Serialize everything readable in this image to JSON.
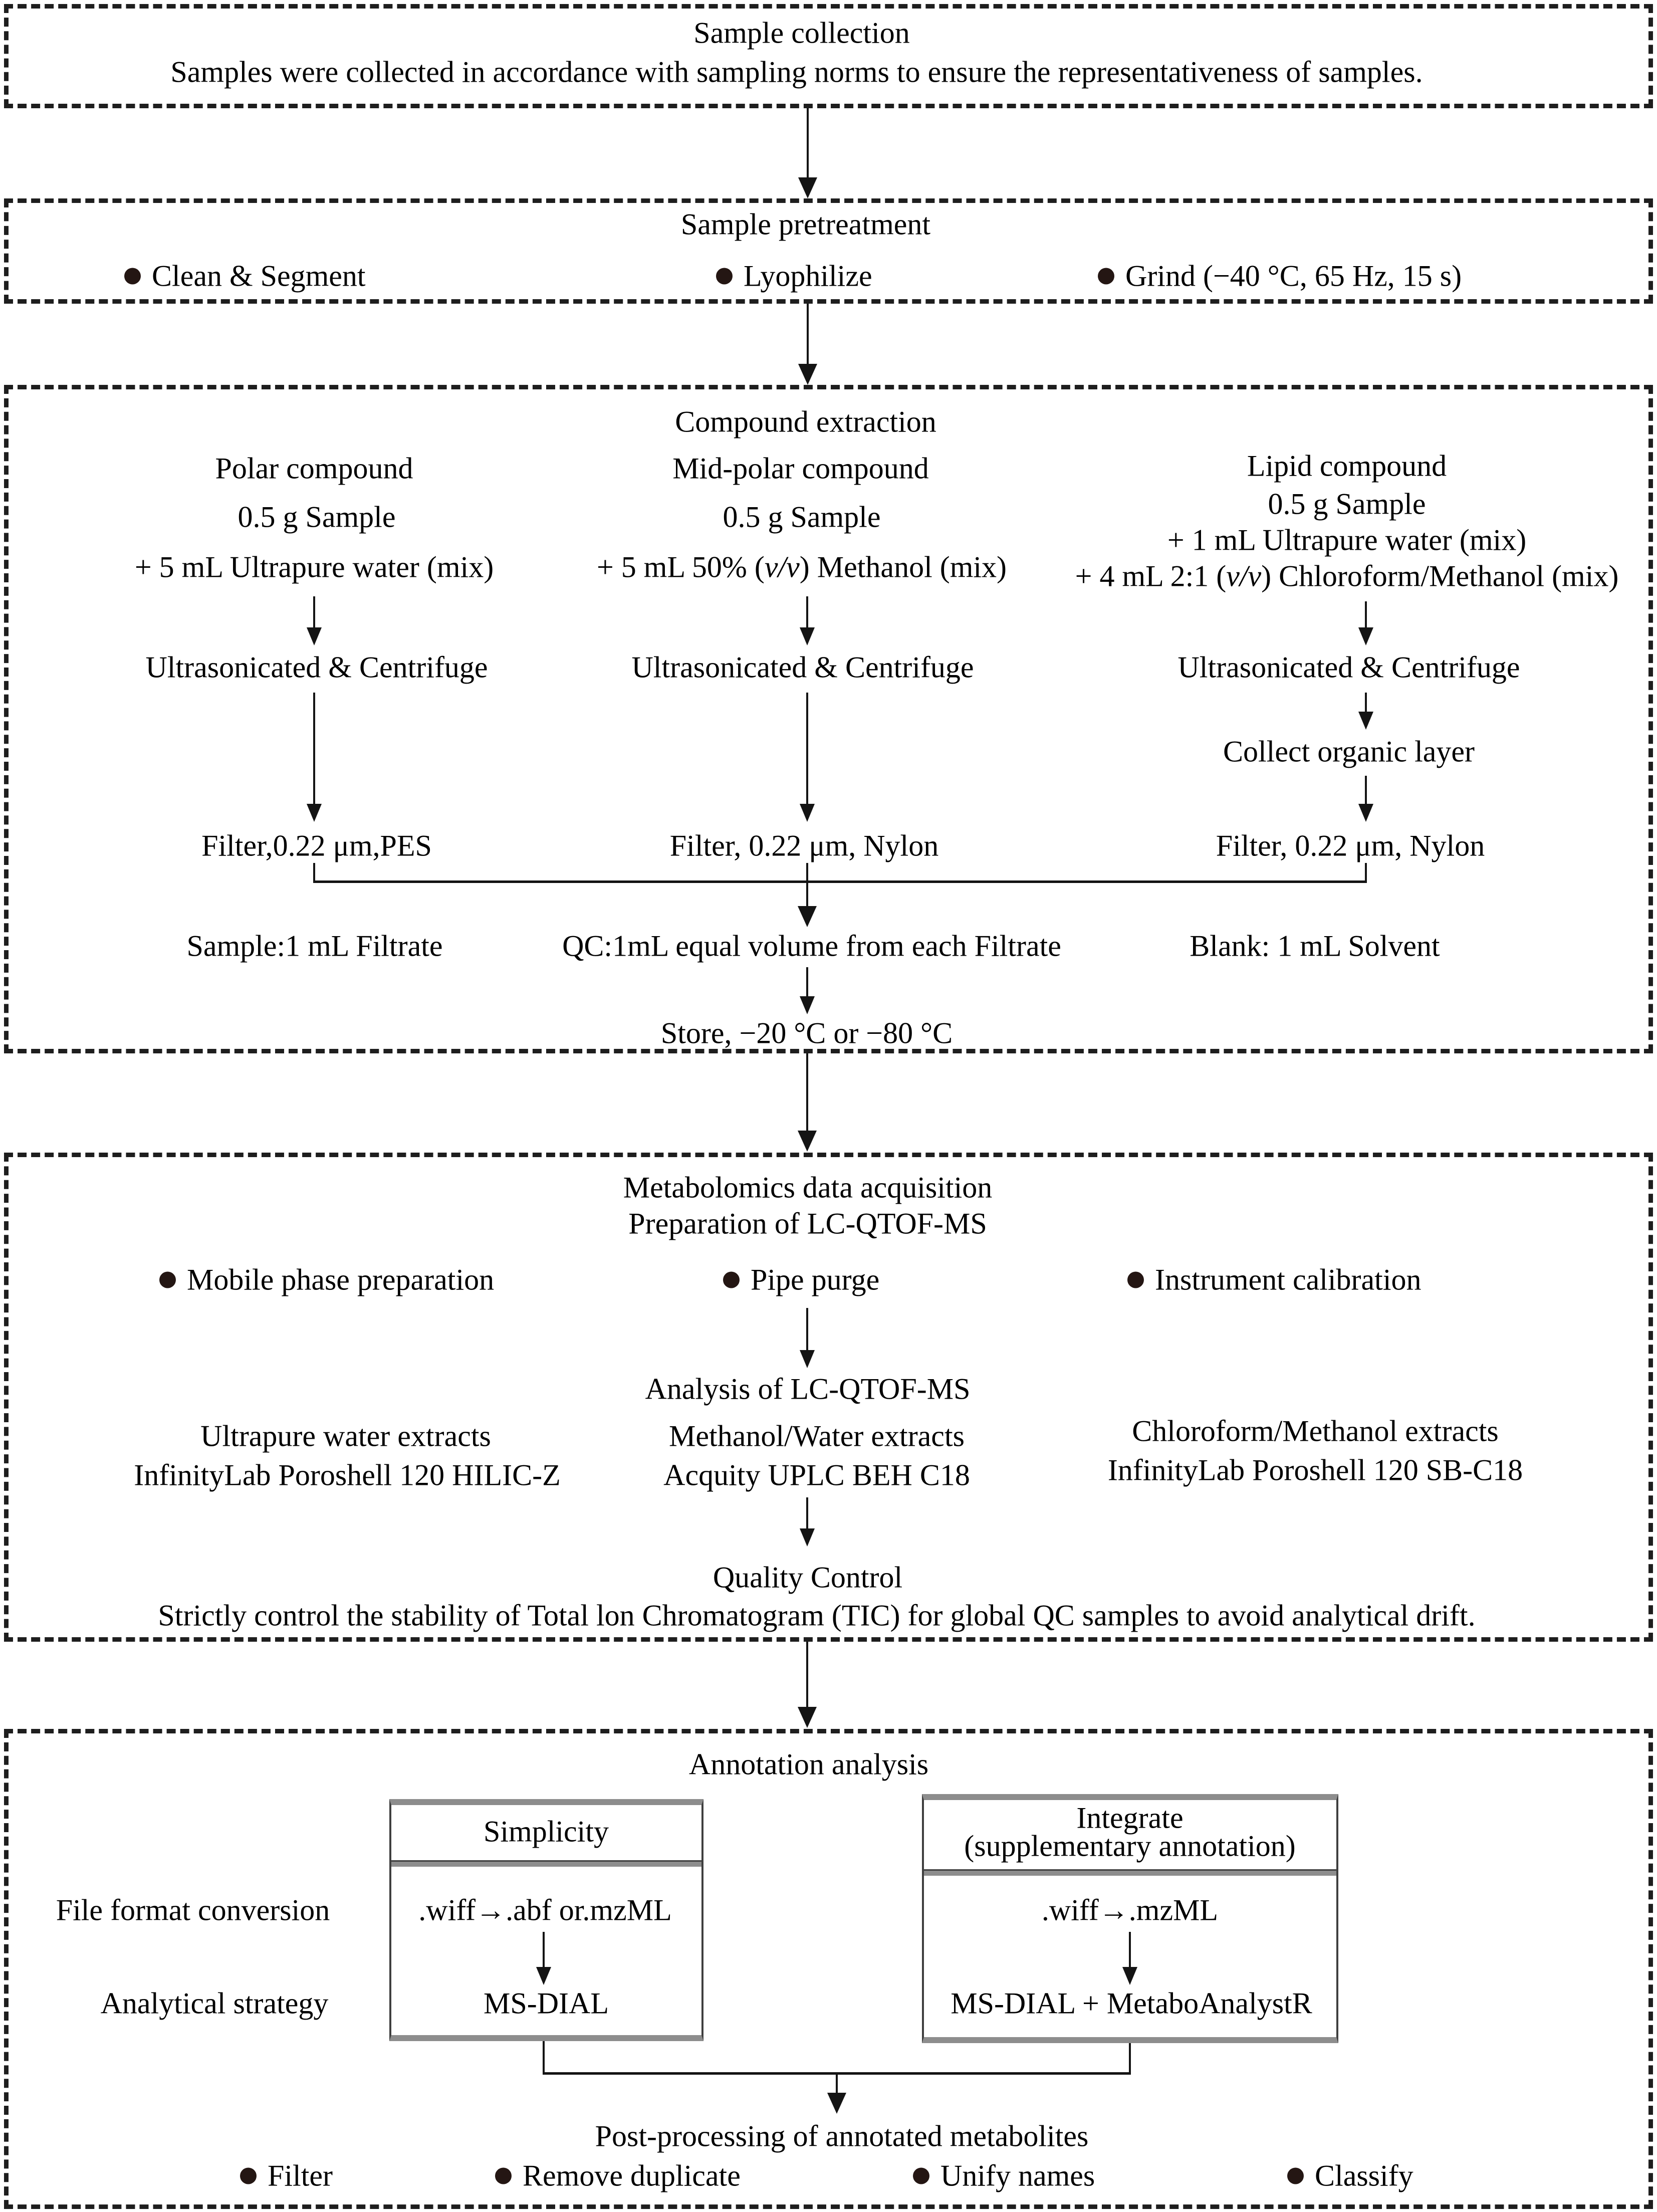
{
  "style": {
    "ink": "#000000",
    "line": "#141414",
    "inner_box_border": "#3f3f3f",
    "inner_box_accent": "#8d8d8d"
  },
  "figure": {
    "sample_collection": {
      "title": "Sample collection",
      "description": "Samples were collected in accordance with sampling norms to ensure the representativeness of samples."
    },
    "sample_pretreatment": {
      "title": "Sample pretreatment",
      "bullets": [
        "Clean & Segment",
        "Lyophilize",
        "Grind (−40 °C, 65 Hz, 15 s)"
      ]
    },
    "compound_extraction": {
      "title": "Compound extraction",
      "polar": {
        "name": "Polar compound",
        "sample": "0.5 g Sample",
        "solvent": "+ 5 mL Ultrapure water (mix)",
        "step": "Ultrasonicated & Centrifuge",
        "filter": "Filter,0.22 μm,PES"
      },
      "mid_polar": {
        "name": "Mid-polar compound",
        "sample": "0.5 g Sample",
        "solvent_pre": "+ 5 mL 50% (",
        "solvent_vv": "v/v",
        "solvent_post": ") Methanol (mix)",
        "step": "Ultrasonicated & Centrifuge",
        "filter": "Filter, 0.22 μm, Nylon"
      },
      "lipid": {
        "name": "Lipid compound",
        "sample": "0.5 g Sample",
        "water": "+ 1 mL Ultrapure water (mix)",
        "solvent_pre": "+ 4 mL 2:1 (",
        "solvent_vv": "v/v",
        "solvent_post": ") Chloroform/Methanol (mix)",
        "step": "Ultrasonicated & Centrifuge",
        "collect": "Collect organic layer",
        "filter": "Filter, 0.22 μm, Nylon"
      },
      "sample_label": "Sample:1 mL Filtrate",
      "qc_label": "QC:1mL equal volume from each Filtrate",
      "blank_label": "Blank: 1 mL Solvent",
      "store": "Store, −20 °C or −80 °C"
    },
    "data_acquisition": {
      "title": "Metabolomics data acquisition",
      "subtitle": "Preparation of LC-QTOF-MS",
      "bullets": [
        "Mobile phase preparation",
        "Pipe purge",
        "Instrument calibration"
      ],
      "analysis_title": "Analysis of LC-QTOF-MS",
      "columns": [
        {
          "extract": "Ultrapure water extracts",
          "column": "InfinityLab Poroshell 120 HILIC-Z"
        },
        {
          "extract": "Methanol/Water extracts",
          "column": "Acquity UPLC BEH C18"
        },
        {
          "extract": "Chloroform/Methanol extracts",
          "column": "InfinityLab Poroshell 120 SB-C18"
        }
      ],
      "qc_title": "Quality Control",
      "qc_note": "Strictly control the stability of Total lon Chromatogram (TIC) for global QC samples to avoid analytical drift."
    },
    "annotation": {
      "title": "Annotation analysis",
      "row_labels": [
        "File format conversion",
        "Analytical strategy"
      ],
      "simplicity": {
        "title": "Simplicity",
        "conversion": ".wiff→.abf or.mzML",
        "strategy": "MS-DIAL"
      },
      "integrate": {
        "title": "Integrate",
        "subtitle": "(supplementary annotation)",
        "conversion": ".wiff→.mzML",
        "strategy": "MS-DIAL + MetaboAnalystR"
      },
      "post_title": "Post-processing of annotated metabolites",
      "bullets": [
        "Filter",
        "Remove duplicate",
        "Unify names",
        "Classify"
      ]
    }
  }
}
